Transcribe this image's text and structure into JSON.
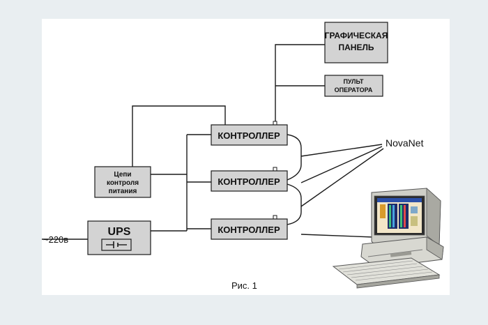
{
  "blocks": {
    "graphic_panel": [
      "ГРАФИЧЕСКАЯ",
      "ПАНЕЛЬ"
    ],
    "operator_console": [
      "ПУЛЬТ",
      "ОПЕРАТОРА"
    ],
    "controller_1": "КОНТРОЛЛЕР",
    "controller_2": "КОНТРОЛЛЕР",
    "controller_3": "КОНТРОЛЛЕР",
    "power_control": [
      "Цепи",
      "контроля",
      "питания"
    ],
    "ups": "UPS"
  },
  "labels": {
    "network": "NovaNet",
    "supply": "~220в",
    "caption": "Рис. 1"
  },
  "colors": {
    "page_bg": "#e9eef1",
    "canvas": "#ffffff",
    "block_fill": "#d3d3d3",
    "line": "#1a1a1a"
  },
  "icons": {
    "computer": "workstation-computer-icon",
    "battery": "battery-icon"
  }
}
